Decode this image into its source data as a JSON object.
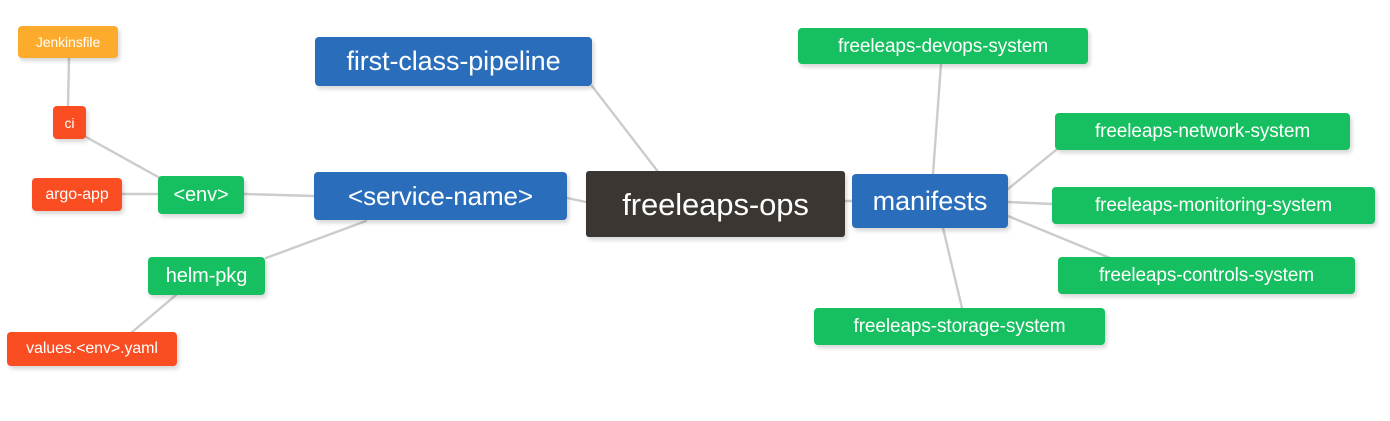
{
  "diagram": {
    "type": "mindmap",
    "title": "freeleaps-ops",
    "background_color": "#ffffff",
    "edge_color": "#cccccc",
    "colors": {
      "root": "#3b3632",
      "blue": "#2a6ebb",
      "green": "#16bf5f",
      "orange": "#fdab2c",
      "red": "#fa4d22"
    }
  },
  "nodes": {
    "root": {
      "label": "freeleaps-ops",
      "color": "#3b3632"
    },
    "service_name": {
      "label": "<service-name>",
      "color": "#2a6ebb"
    },
    "first_class_pipeline": {
      "label": "first-class-pipeline",
      "color": "#2a6ebb"
    },
    "manifests": {
      "label": "manifests",
      "color": "#2a6ebb"
    },
    "env": {
      "label": "<env>",
      "color": "#16bf5f"
    },
    "helm_pkg": {
      "label": "helm-pkg",
      "color": "#16bf5f"
    },
    "jenkinsfile": {
      "label": "Jenkinsfile",
      "color": "#fdab2c"
    },
    "ci": {
      "label": "ci",
      "color": "#fa4d22"
    },
    "argo_app": {
      "label": "argo-app",
      "color": "#fa4d22"
    },
    "values_yaml": {
      "label": "values.<env>.yaml",
      "color": "#fa4d22"
    },
    "devops_system": {
      "label": "freeleaps-devops-system",
      "color": "#16bf5f"
    },
    "network_system": {
      "label": "freeleaps-network-system",
      "color": "#16bf5f"
    },
    "monitoring_system": {
      "label": "freeleaps-monitoring-system",
      "color": "#16bf5f"
    },
    "controls_system": {
      "label": "freeleaps-controls-system",
      "color": "#16bf5f"
    },
    "storage_system": {
      "label": "freeleaps-storage-system",
      "color": "#16bf5f"
    }
  },
  "edges": [
    {
      "from": "root",
      "to": "service_name"
    },
    {
      "from": "root",
      "to": "first_class_pipeline"
    },
    {
      "from": "root",
      "to": "manifests"
    },
    {
      "from": "service_name",
      "to": "env"
    },
    {
      "from": "service_name",
      "to": "helm_pkg"
    },
    {
      "from": "env",
      "to": "ci"
    },
    {
      "from": "env",
      "to": "argo_app"
    },
    {
      "from": "ci",
      "to": "jenkinsfile"
    },
    {
      "from": "helm_pkg",
      "to": "values_yaml"
    },
    {
      "from": "manifests",
      "to": "devops_system"
    },
    {
      "from": "manifests",
      "to": "network_system"
    },
    {
      "from": "manifests",
      "to": "monitoring_system"
    },
    {
      "from": "manifests",
      "to": "controls_system"
    },
    {
      "from": "manifests",
      "to": "storage_system"
    }
  ]
}
